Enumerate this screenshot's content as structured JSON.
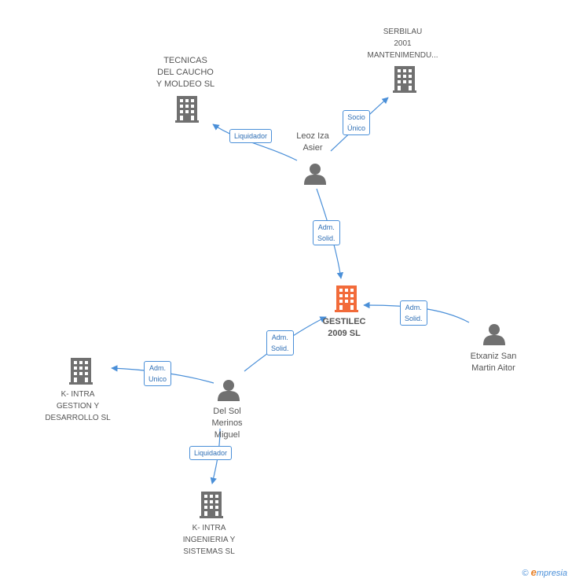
{
  "colors": {
    "edge": "#4a8fd8",
    "node": "#707070",
    "focus": "#f26b3a"
  },
  "nodes": {
    "tecnicas": "TECNICAS\nDEL CAUCHO\nY MOLDEO SL",
    "serbilau": "SERBILAU\n2001\nMANTENIMENDU...",
    "leoz": "Leoz Iza\nAsier",
    "gestilec": "GESTILEC\n2009 SL",
    "etxaniz": "Etxaniz San\nMartin Aitor",
    "kintra_gestion": "K- INTRA\nGESTION Y\nDESARROLLO SL",
    "delsol": "Del Sol\nMerinos\nMiguel",
    "kintra_ing": "K- INTRA\nINGENIERIA Y\nSISTEMAS SL"
  },
  "edges": {
    "leoz_tecnicas": "Liquidador",
    "leoz_serbilau": "Socio\nÚnico",
    "leoz_gestilec": "Adm.\nSolid.",
    "etxaniz_gestilec": "Adm.\nSolid.",
    "delsol_gestilec": "Adm.\nSolid.",
    "delsol_kintra_gestion": "Adm.\nUnico",
    "delsol_kintra_ing": "Liquidador"
  },
  "footer": {
    "copyright": "©",
    "brand_e": "e",
    "brand_rest": "mpresia"
  }
}
